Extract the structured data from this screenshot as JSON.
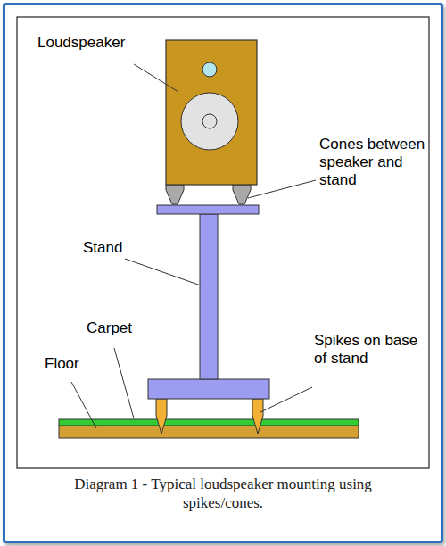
{
  "diagram": {
    "caption": "Diagram 1 - Typical loudspeaker mounting using spikes/cones.",
    "labels": [
      "Loudspeaker",
      "Cones between speaker and stand",
      "Stand",
      "Carpet",
      "Floor",
      "Spikes on base of stand"
    ]
  }
}
